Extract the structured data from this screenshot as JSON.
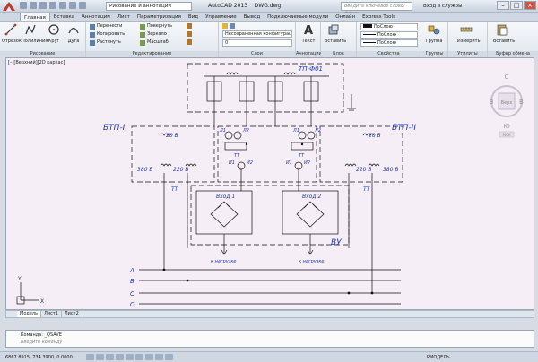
{
  "title_bar": {
    "workspace": "Рисование и аннотации",
    "app_name": "AutoCAD 2013",
    "file_name": "DWG.dwg",
    "search_placeholder": "Введите ключевое слово/фразу",
    "sign_in": "Вход в службы"
  },
  "tabs": [
    "Главная",
    "Вставка",
    "Аннотации",
    "Лист",
    "Параметризация",
    "Вид",
    "Управление",
    "Вывод",
    "Подключаемые модули",
    "Онлайн",
    "Express Tools"
  ],
  "ribbon": {
    "draw": {
      "title": "Рисование",
      "line": "Отрезок",
      "polyline": "Полилиния",
      "circle": "Круг",
      "arc": "Дуга"
    },
    "modify": {
      "title": "Редактирование",
      "move": "Перенести",
      "copy": "Копировать",
      "stretch": "Растянуть",
      "rotate": "Повернуть",
      "mirror": "Зеркало",
      "scale": "Масштаб"
    },
    "layers": {
      "title": "Слои",
      "layer_state": "Несохраненная конфигурация сло",
      "current_layer": "0"
    },
    "annotation": {
      "title": "Аннотации",
      "text": "Текст"
    },
    "block": {
      "title": "Блок",
      "insert": "Вставить"
    },
    "properties": {
      "title": "Свойства",
      "color": "ПоСлою",
      "linetype": "ПоСлою",
      "lineweight": "ПоСлою"
    },
    "groups": {
      "title": "Группы",
      "group": "Группа"
    },
    "utilities": {
      "title": "Утилиты",
      "measure": "Измерить"
    },
    "clipboard": {
      "title": "Буфер обмена",
      "paste": "Вставить"
    }
  },
  "viewport_label": "[–][Верхний][2D каркас]",
  "viewcube": {
    "north": "С",
    "west": "З",
    "east": "В",
    "south": "Ю",
    "face": "Верх",
    "wcs": "МСК"
  },
  "drawing": {
    "tp_box": "ТП-Ф01",
    "left_block": "БТП-I",
    "right_block": "БТП-II",
    "v20_left": "20 В",
    "v20_right": "20 В",
    "v380_left": "380 В",
    "v220_left": "220 В",
    "v220_right": "220 В",
    "v380_right": "380 В",
    "tt_left": "ТТ",
    "tt_right": "ТТ",
    "l1_left": "Л1",
    "l2_left": "Л2",
    "l1_right": "Л1",
    "l2_right": "Л2",
    "i1_left": "И1",
    "i2_left": "И2",
    "i1_right": "И1",
    "i2_right": "И2",
    "vu": "ВУ",
    "bridge1": "Вход 1",
    "bridge2": "Вход 2",
    "load1": "к нагрузке",
    "load2": "к нагрузке",
    "tr_left": "ТТ",
    "tr_right": "ТТ",
    "bus_a": "А",
    "bus_b": "В",
    "bus_c": "С",
    "bus_o": "О"
  },
  "ucs": {
    "x": "X",
    "y": "Y"
  },
  "layout_tabs": [
    "Модель",
    "Лист1",
    "Лист2"
  ],
  "command": {
    "history": "Команда: _QSAVE",
    "placeholder": "Введите команду"
  },
  "status": {
    "coords": "6867.8915, 734.3900, 0.0000",
    "space": "РМОДЕЛЬ"
  }
}
